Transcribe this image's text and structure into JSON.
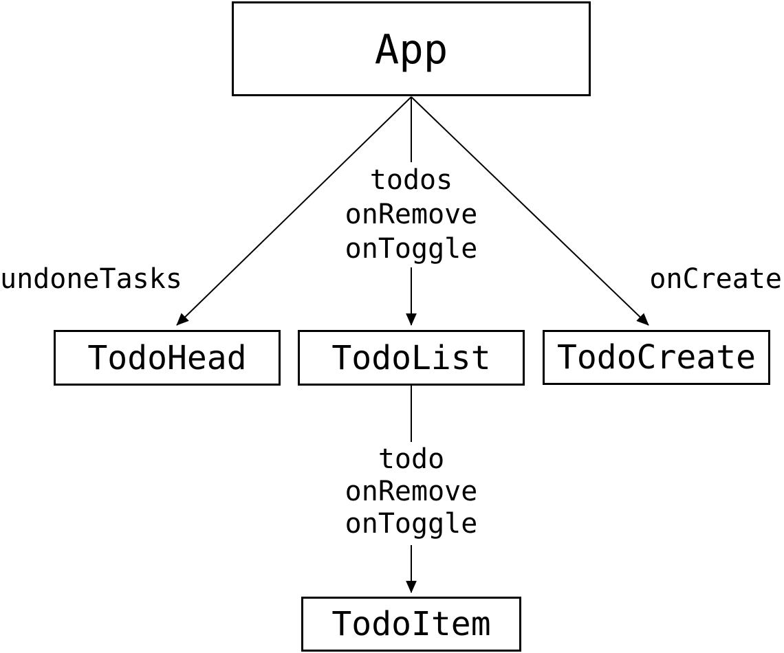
{
  "colors": {
    "ink": "#000000",
    "paper": "#ffffff"
  },
  "diagram": {
    "nodes": {
      "app": {
        "label": "App"
      },
      "todo_head": {
        "label": "TodoHead"
      },
      "todo_list": {
        "label": "TodoList"
      },
      "todo_create": {
        "label": "TodoCreate"
      },
      "todo_item": {
        "label": "TodoItem"
      }
    },
    "edges": {
      "app_to_todo_head": {
        "from": "App",
        "to": "TodoHead",
        "label": "undoneTasks"
      },
      "app_to_todo_list": {
        "from": "App",
        "to": "TodoList",
        "props": [
          "todos",
          "onRemove",
          "onToggle"
        ]
      },
      "app_to_todo_create": {
        "from": "App",
        "to": "TodoCreate",
        "label": "onCreate"
      },
      "todo_list_to_todo_item": {
        "from": "TodoList",
        "to": "TodoItem",
        "props": [
          "todo",
          "onRemove",
          "onToggle"
        ]
      }
    }
  }
}
